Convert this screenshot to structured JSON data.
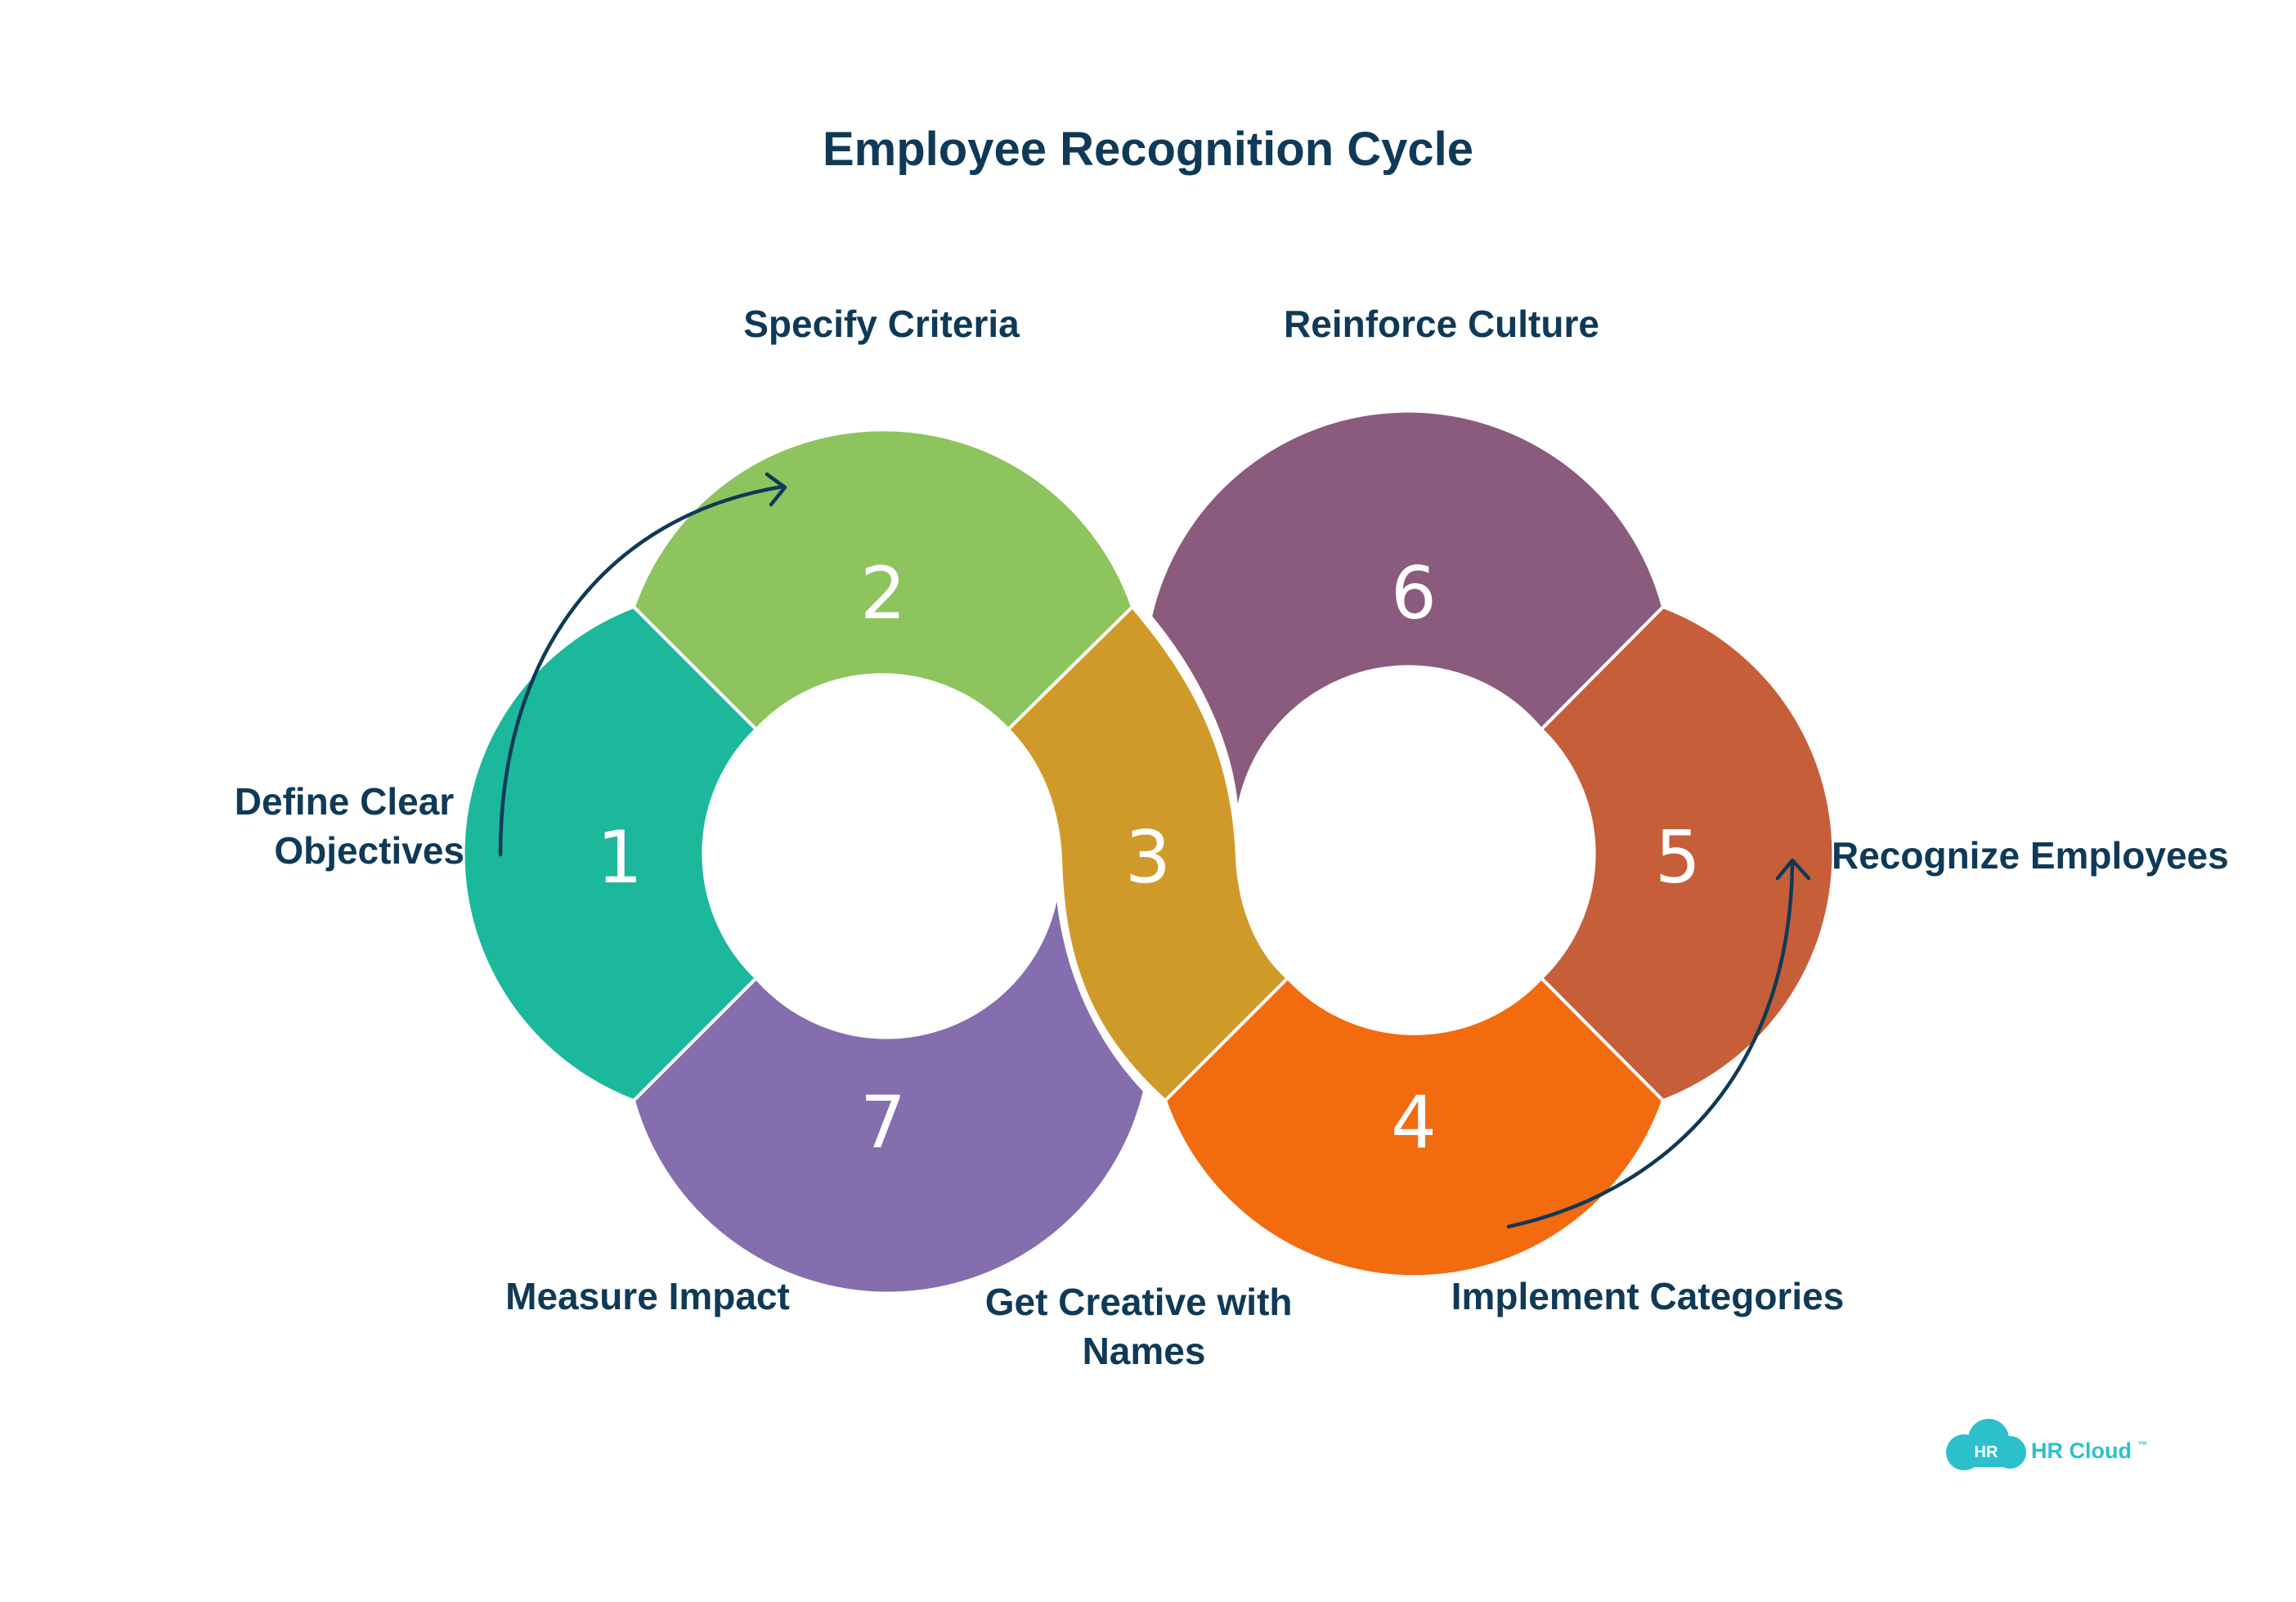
{
  "title": "Employee Recognition Cycle",
  "steps": [
    {
      "number": "1",
      "label_lines": [
        "Define Clear",
        "Objectives"
      ],
      "color": "#1cb89c"
    },
    {
      "number": "2",
      "label_lines": [
        "Specify Criteria"
      ],
      "color": "#8dc45e"
    },
    {
      "number": "3",
      "label_lines": [
        "Get Creative with",
        "Names"
      ],
      "color": "#d09a2a"
    },
    {
      "number": "4",
      "label_lines": [
        "Implement Categories"
      ],
      "color": "#f26b0f"
    },
    {
      "number": "5",
      "label_lines": [
        "Recognize Employees"
      ],
      "color": "#c65e3a"
    },
    {
      "number": "6",
      "label_lines": [
        "Reinforce Culture"
      ],
      "color": "#8a5b7d"
    },
    {
      "number": "7",
      "label_lines": [
        "Measure Impact"
      ],
      "color": "#846eae"
    }
  ],
  "logo": {
    "badge": "HR",
    "text": "HR Cloud",
    "trademark": "™",
    "color": "#2cc0cc"
  },
  "text_color": "#0f3a57",
  "icons": [
    "curved-arrow-icon",
    "cloud-icon"
  ]
}
